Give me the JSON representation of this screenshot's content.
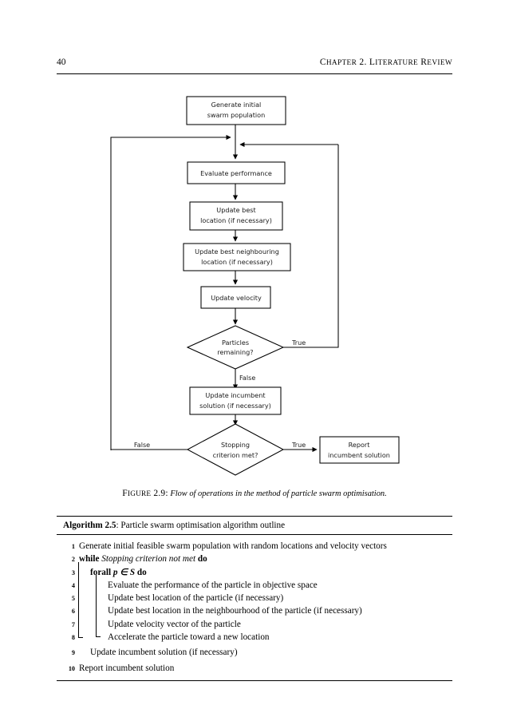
{
  "header": {
    "page_number": "40",
    "chapter_first_letters": [
      "C",
      "2.",
      "L",
      "R"
    ],
    "chapter_title_parts": [
      "C",
      "HAPTER",
      " 2. ",
      "L",
      "ITERATURE",
      " R",
      "EVIEW"
    ],
    "chapter_title": "Chapter 2. Literature Review"
  },
  "figure": {
    "caption_number": "Figure 2.9:",
    "caption_text": "Flow of operations in the method of particle swarm optimisation.",
    "nodes": {
      "generate": {
        "line1": "Generate initial",
        "line2": "swarm population"
      },
      "evaluate": {
        "line1": "Evaluate performance"
      },
      "update_best": {
        "line1": "Update best",
        "line2": "location (if necessary)"
      },
      "update_best_neigh": {
        "line1": "Update best neighbouring",
        "line2": "location (if necessary)"
      },
      "update_velocity": {
        "line1": "Update velocity"
      },
      "particles": {
        "line1": "Particles",
        "line2": "remaining?"
      },
      "update_incumbent": {
        "line1": "Update incumbent",
        "line2": "solution (if necessary)"
      },
      "stopping": {
        "line1": "Stopping",
        "line2": "criterion met?"
      },
      "report": {
        "line1": "Report",
        "line2": "incumbent solution"
      }
    },
    "edge_labels": {
      "particles_true": "True",
      "particles_false": "False",
      "stopping_true": "True",
      "stopping_false": "False"
    }
  },
  "algorithm": {
    "name": "Algorithm 2.5",
    "title_sep": ": ",
    "title": "Particle swarm optimisation algorithm outline",
    "lines": [
      {
        "n": "1",
        "indent": 0,
        "text": "Generate initial feasible swarm population with random locations and velocity vectors"
      },
      {
        "n": "2",
        "indent": 0,
        "kw1": "while",
        "it1": "Stopping criterion not met",
        "kw2": "do"
      },
      {
        "n": "3",
        "indent": 1,
        "kw1": "forall",
        "math": "p ∈ S",
        "kw2": "do"
      },
      {
        "n": "4",
        "indent": 2,
        "text": "Evaluate the performance of the particle in objective space"
      },
      {
        "n": "5",
        "indent": 2,
        "text": "Update best location of the particle (if necessary)"
      },
      {
        "n": "6",
        "indent": 2,
        "text": "Update best location in the neighbourhood of the particle (if necessary)"
      },
      {
        "n": "7",
        "indent": 2,
        "text": "Update velocity vector of the particle"
      },
      {
        "n": "8",
        "indent": 2,
        "text": "Accelerate the particle toward a new location"
      },
      {
        "n": "9",
        "indent": 1,
        "text": "Update incumbent solution (if necessary)"
      },
      {
        "n": "10",
        "indent": 0,
        "text": "Report incumbent solution"
      }
    ]
  },
  "colors": {
    "ink": "#000000",
    "paper": "#ffffff",
    "diagram_text": "#1a1a1a"
  }
}
